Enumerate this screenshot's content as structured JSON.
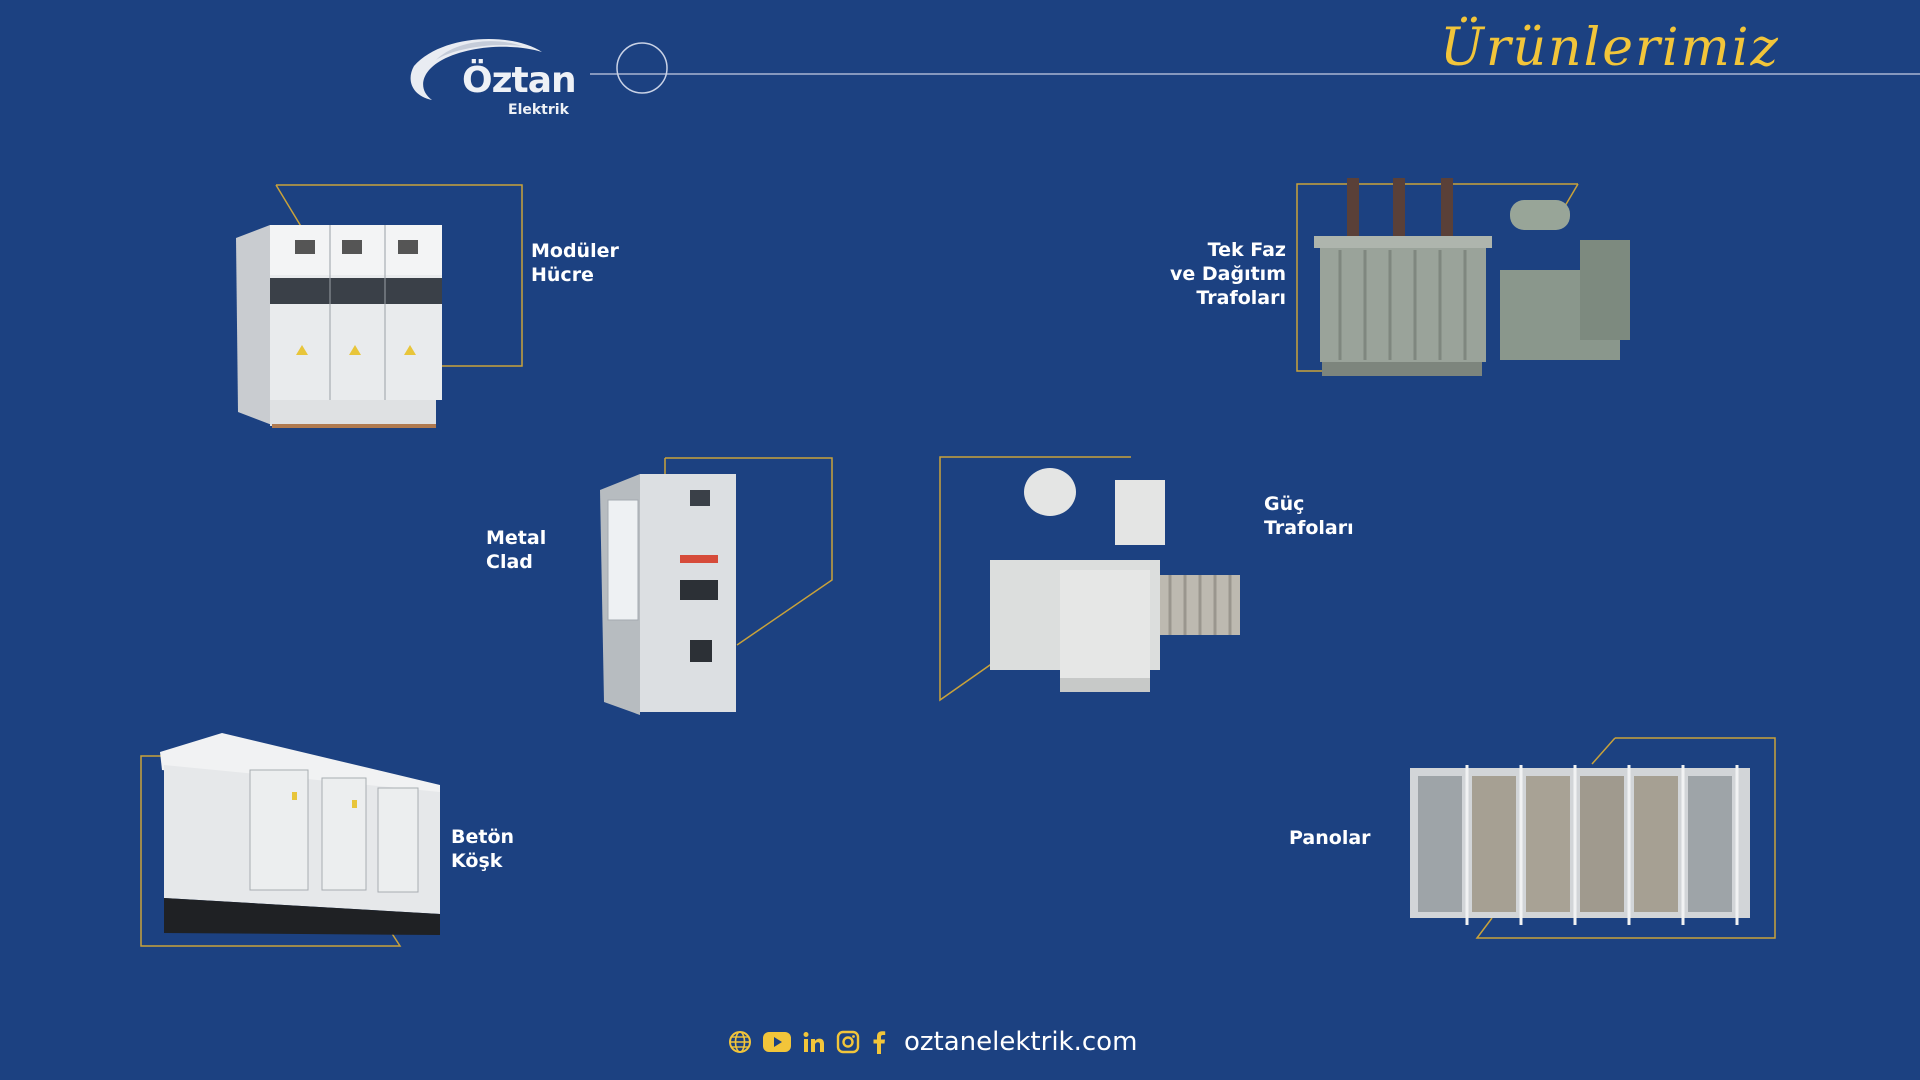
{
  "brand": {
    "name": "Öztan",
    "subtitle": "Elektrik"
  },
  "page_title": "Ürünlerimiz",
  "products": [
    {
      "lines": [
        "Modüler",
        "Hücre"
      ]
    },
    {
      "lines": [
        "Tek Faz",
        "ve Dağıtım",
        "Trafoları"
      ]
    },
    {
      "lines": [
        "Metal",
        "Clad"
      ]
    },
    {
      "lines": [
        "Güç",
        "Trafoları"
      ]
    },
    {
      "lines": [
        "Betön",
        "Köşk"
      ]
    },
    {
      "lines": [
        "Panolar"
      ]
    }
  ],
  "footer": {
    "icons": [
      "globe-icon",
      "youtube-icon",
      "linkedin-icon",
      "instagram-icon",
      "facebook-icon"
    ],
    "website": "oztanelektrik.com"
  },
  "colors": {
    "background": "#1c4181",
    "accent": "#f2c53a",
    "line": "#c9a23a"
  }
}
